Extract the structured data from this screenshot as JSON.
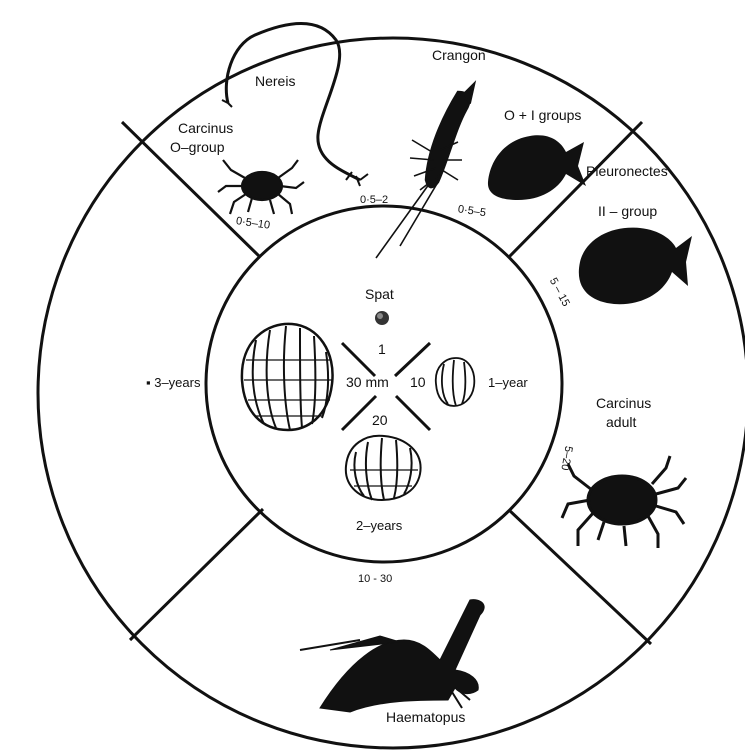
{
  "outer_labels": {
    "nereis": "Nereis",
    "crangon": "Crangon",
    "carcinus_o_line1": "Carcinus",
    "carcinus_o_line2": "O–group",
    "o_i_groups": "O + I  groups",
    "pleuronectes": "Pleuronectes",
    "ii_group": "II – group",
    "carcinus_adult_line1": "Carcinus",
    "carcinus_adult_line2": "adult",
    "haematopus": "Haematopus"
  },
  "ranges": {
    "carcinus_o": "0·5–10",
    "nereis": "0·5–2",
    "crangon": "0·5–5",
    "pleuronectes": "5 – 15",
    "carcinus_adult": "5–20",
    "haematopus": "10 - 30"
  },
  "inner_labels": {
    "spat": "Spat",
    "size_1": "1",
    "size_10": "10",
    "size_20": "20",
    "size_30mm": "30 mm",
    "one_year": "1–year",
    "two_years": "2–years",
    "three_years": "▪ 3–years"
  },
  "colors": {
    "ink": "#111111",
    "background": "#ffffff"
  },
  "icons": [
    "cockle-shell-icon",
    "crab-icon",
    "worm-icon",
    "shrimp-icon",
    "flatfish-icon",
    "oystercatcher-icon"
  ]
}
